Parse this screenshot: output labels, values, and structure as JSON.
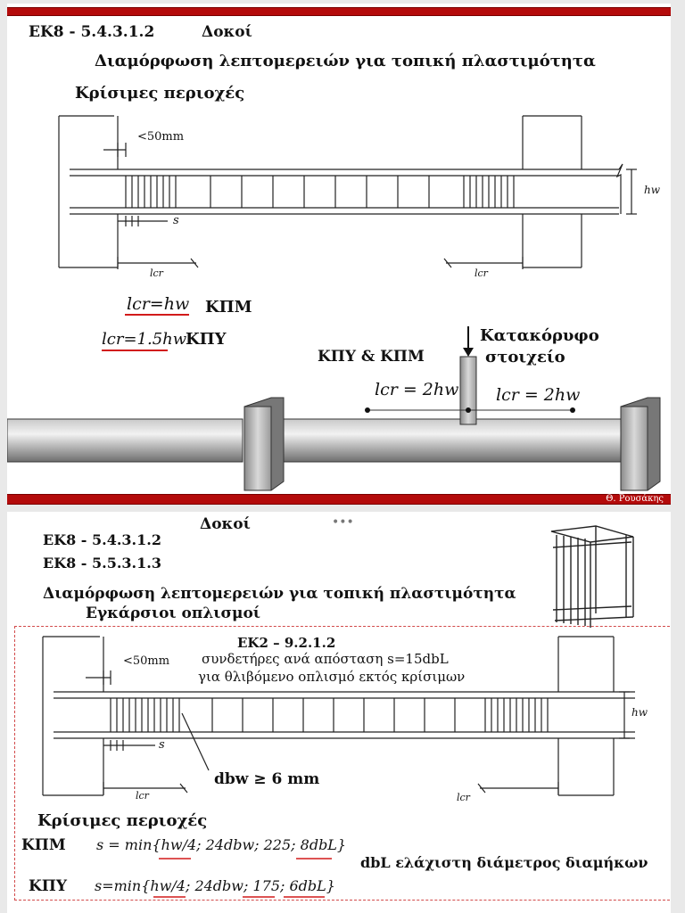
{
  "slide1": {
    "code": "ΕΚ8 - 5.4.3.1.2",
    "title": "Δοκοί",
    "subtitle": "Διαμόρφωση λεπτομερειών για τοπική πλαστιμότητα",
    "heading": "Κρίσιμες περιοχές",
    "dim_50mm": "<50mm",
    "dim_s": "s",
    "dim_lcr_left": "lcr",
    "dim_lcr_right": "lcr",
    "dim_hw": "hw",
    "formula_kpm": "lcr=hw",
    "label_kpm": "ΚΠΜ",
    "formula_kpy": "lcr=1.5hw",
    "label_kpy": "ΚΠΥ",
    "label_both": "ΚΠΥ & ΚΠΜ",
    "vertical_label_1": "Κατακόρυφο",
    "vertical_label_2": "στοιχείο",
    "lcr_2hw_left": "lcr = 2hw",
    "lcr_2hw_right": "lcr = 2hw",
    "footer": "Θ. Ρουσάκης"
  },
  "slide2": {
    "title": "Δοκοί",
    "more_glyph": "•••",
    "code_1": "ΕΚ8 - 5.4.3.1.2",
    "code_2": "ΕΚ8 - 5.5.3.1.3",
    "subtitle": "Διαμόρφωση λεπτομερειών για τοπική πλαστιμότητα",
    "subtitle_2": "Εγκάρσιοι οπλισμοί",
    "ek2_code": "ΕΚ2 – 9.2.1.2",
    "note_1": "συνδετήρες ανά απόσταση s=15dbL",
    "note_2": "για θλιβόμενο οπλισμό εκτός κρίσιμων",
    "dim_50mm": "<50mm",
    "dim_s": "s",
    "dim_hw": "hw",
    "dim_lcr_left": "lcr",
    "dim_lcr_right": "lcr",
    "dbw_label": "dbw ≥ 6 mm",
    "heading": "Κρίσιμες περιοχές",
    "kpm_label": "ΚΠΜ",
    "kpm_formula": "s = min{hw/4; 24dbw; 225; 8dbL}",
    "dbl_note": "dbL ελάχιστη διάμετρος διαμήκων",
    "kpy_label": "ΚΠΥ",
    "kpy_formula": "s=min{hw/4; 24dbw; 175; 6dbL}"
  },
  "colors": {
    "accent_red": "#b40b0b",
    "underline_red": "#d21a1a"
  }
}
